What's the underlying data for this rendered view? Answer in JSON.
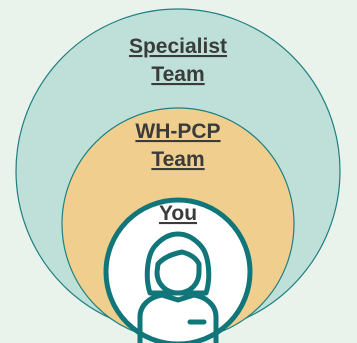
{
  "diagram": {
    "outer_circle": {
      "label_line1": "Specialist",
      "label_line2": "Team",
      "fill": "#bfe0d9",
      "stroke": "#1f7f80"
    },
    "middle_circle": {
      "label_line1": "WH-PCP",
      "label_line2": "Team",
      "fill": "#f0cf8e",
      "stroke": "#1f7f80"
    },
    "inner_circle": {
      "label": "You",
      "fill": "#ffffff",
      "stroke": "#10767a"
    },
    "icon": "person-icon",
    "colors": {
      "background": "#e9f3ec",
      "text": "#3b3b3b",
      "teal": "#10767a"
    }
  }
}
